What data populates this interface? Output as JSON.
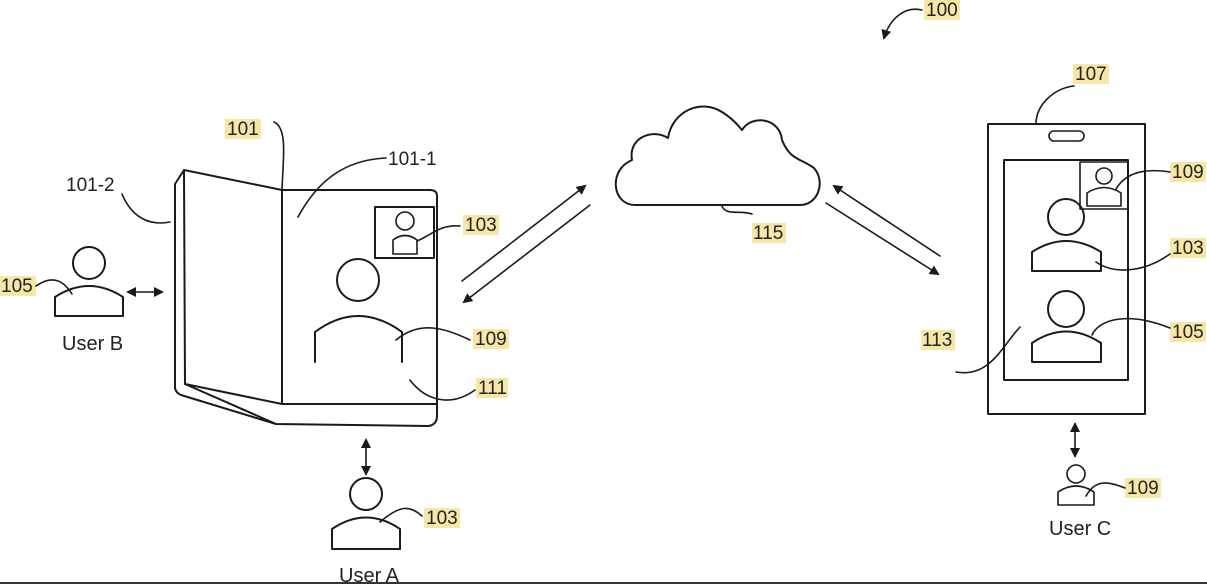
{
  "figure_ref": "100",
  "folding_device": {
    "ref": "101",
    "screen_ref": "101-1",
    "back_ref": "101-2",
    "pip_ref": "103",
    "main_person_ref": "109",
    "body_ref": "111"
  },
  "network": {
    "ref": "115"
  },
  "phone": {
    "ref": "107",
    "pip_ref": "109",
    "person1_ref": "103",
    "person2_ref": "105",
    "screen_ref": "113"
  },
  "users": {
    "a": {
      "label": "User A",
      "ref": "103"
    },
    "b": {
      "label": "User B",
      "ref": "105"
    },
    "c": {
      "label": "User C",
      "ref": "109"
    }
  },
  "colors": {
    "label_highlight": "#f7e7a6",
    "line": "#1a1a1a"
  }
}
